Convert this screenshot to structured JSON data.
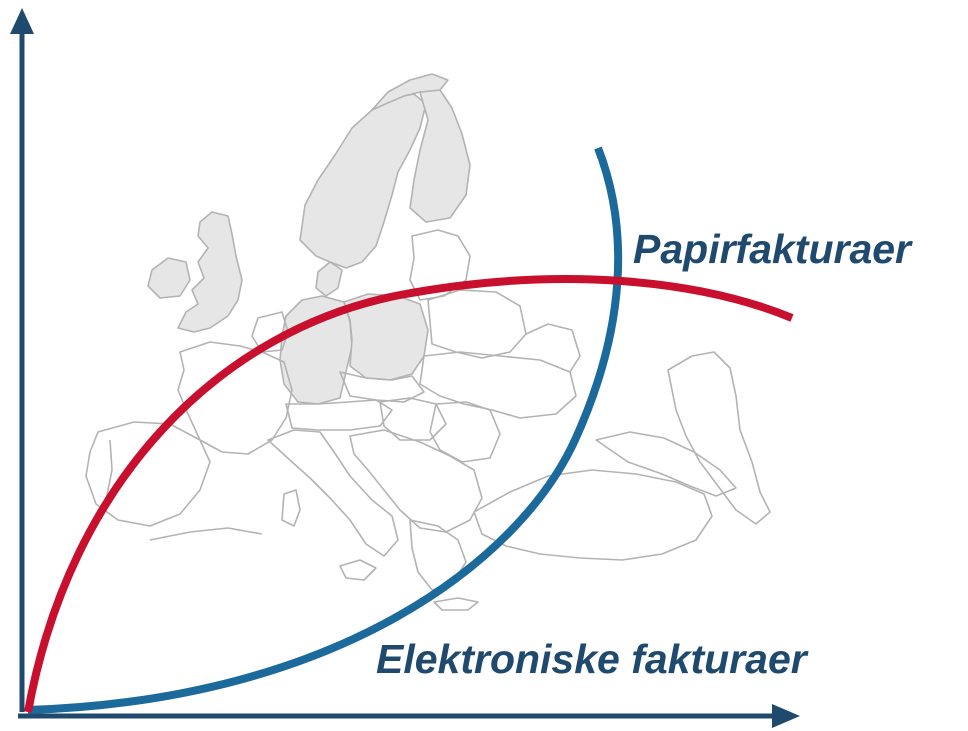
{
  "labels": {
    "paper_invoices": "Papirfakturaer",
    "electronic_invoices": "Elektroniske fakturaer"
  },
  "colors": {
    "axis": "#1f4a6e",
    "paper_curve": "#c8102e",
    "electronic_curve": "#1c6a9c",
    "text": "#1f4a6e",
    "map_fill_highlight": "#e6e6e6",
    "map_stroke": "#b3b3b3"
  },
  "background_image": {
    "subject": "outline map of Europe",
    "highlighted_regions": [
      "Nordic countries",
      "United Kingdom",
      "Germany",
      "Poland"
    ]
  }
}
